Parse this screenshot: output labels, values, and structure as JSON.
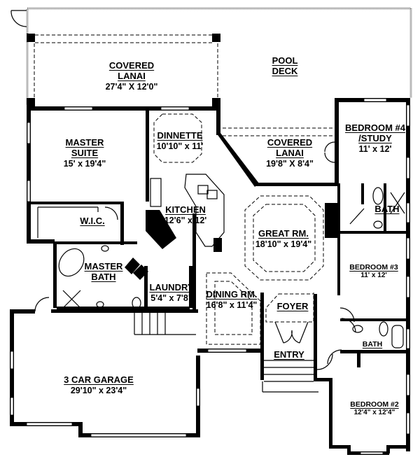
{
  "floor_plan": {
    "rooms": [
      {
        "id": "covered-lanai-rear",
        "name_lines": [
          "COVERED",
          "LANAI"
        ],
        "dimensions": "27'4\" X 12'0\""
      },
      {
        "id": "pool-deck",
        "name_lines": [
          "POOL",
          "DECK"
        ],
        "dimensions": ""
      },
      {
        "id": "master-suite",
        "name_lines": [
          "MASTER",
          "SUITE"
        ],
        "dimensions": "15' x 19'4\""
      },
      {
        "id": "dinnette",
        "name_lines": [
          "DINNETTE"
        ],
        "dimensions": "10'10\" x 11'"
      },
      {
        "id": "covered-lanai-side",
        "name_lines": [
          "COVERED",
          "LANAI"
        ],
        "dimensions": "19'8\" X 8'4\""
      },
      {
        "id": "bedroom-4",
        "name_lines": [
          "BEDROOM #4",
          "/STUDY"
        ],
        "dimensions": "11' x 12'"
      },
      {
        "id": "kitchen",
        "name_lines": [
          "KITCHEN"
        ],
        "dimensions": "12'6\" x 12'"
      },
      {
        "id": "bath-upper",
        "name_lines": [
          "BATH"
        ],
        "dimensions": ""
      },
      {
        "id": "wic",
        "name_lines": [
          "W.I.C."
        ],
        "dimensions": ""
      },
      {
        "id": "great-room",
        "name_lines": [
          "GREAT RM."
        ],
        "dimensions": "18'10\" x 19'4\""
      },
      {
        "id": "bedroom-3",
        "name_lines": [
          "BEDROOM #3"
        ],
        "dimensions": "11' x 12'"
      },
      {
        "id": "master-bath",
        "name_lines": [
          "MASTER",
          "BATH"
        ],
        "dimensions": ""
      },
      {
        "id": "laundry",
        "name_lines": [
          "LAUNDRY"
        ],
        "dimensions": "5'4\" x 7'8\""
      },
      {
        "id": "dining-room",
        "name_lines": [
          "DINING RM."
        ],
        "dimensions": "16'8\" x 11'4\""
      },
      {
        "id": "foyer",
        "name_lines": [
          "FOYER"
        ],
        "dimensions": ""
      },
      {
        "id": "bath-lower",
        "name_lines": [
          "BATH"
        ],
        "dimensions": ""
      },
      {
        "id": "entry",
        "name_lines": [
          "ENTRY"
        ],
        "dimensions": ""
      },
      {
        "id": "garage",
        "name_lines": [
          "3 CAR GARAGE"
        ],
        "dimensions": "29'10\" x 23'4\""
      },
      {
        "id": "bedroom-2",
        "name_lines": [
          "BEDROOM #2"
        ],
        "dimensions": "12'4\" x 12'4\""
      }
    ]
  }
}
